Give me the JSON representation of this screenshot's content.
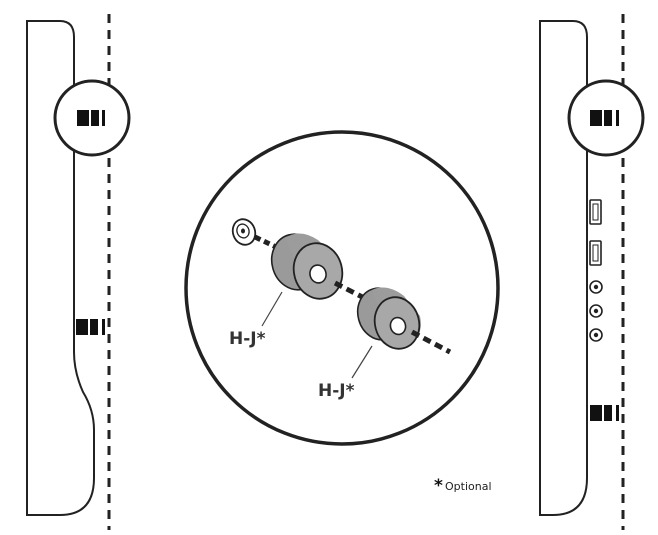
{
  "labels": {
    "spacer_left": "H-J*",
    "spacer_right": "H-J*",
    "footnote_star": "*",
    "footnote_text": "Optional"
  },
  "colors": {
    "outline": "#222222",
    "spacer_fill": "#a8a8a8",
    "spacer_side": "#8e8e8e",
    "text": "#333333"
  }
}
